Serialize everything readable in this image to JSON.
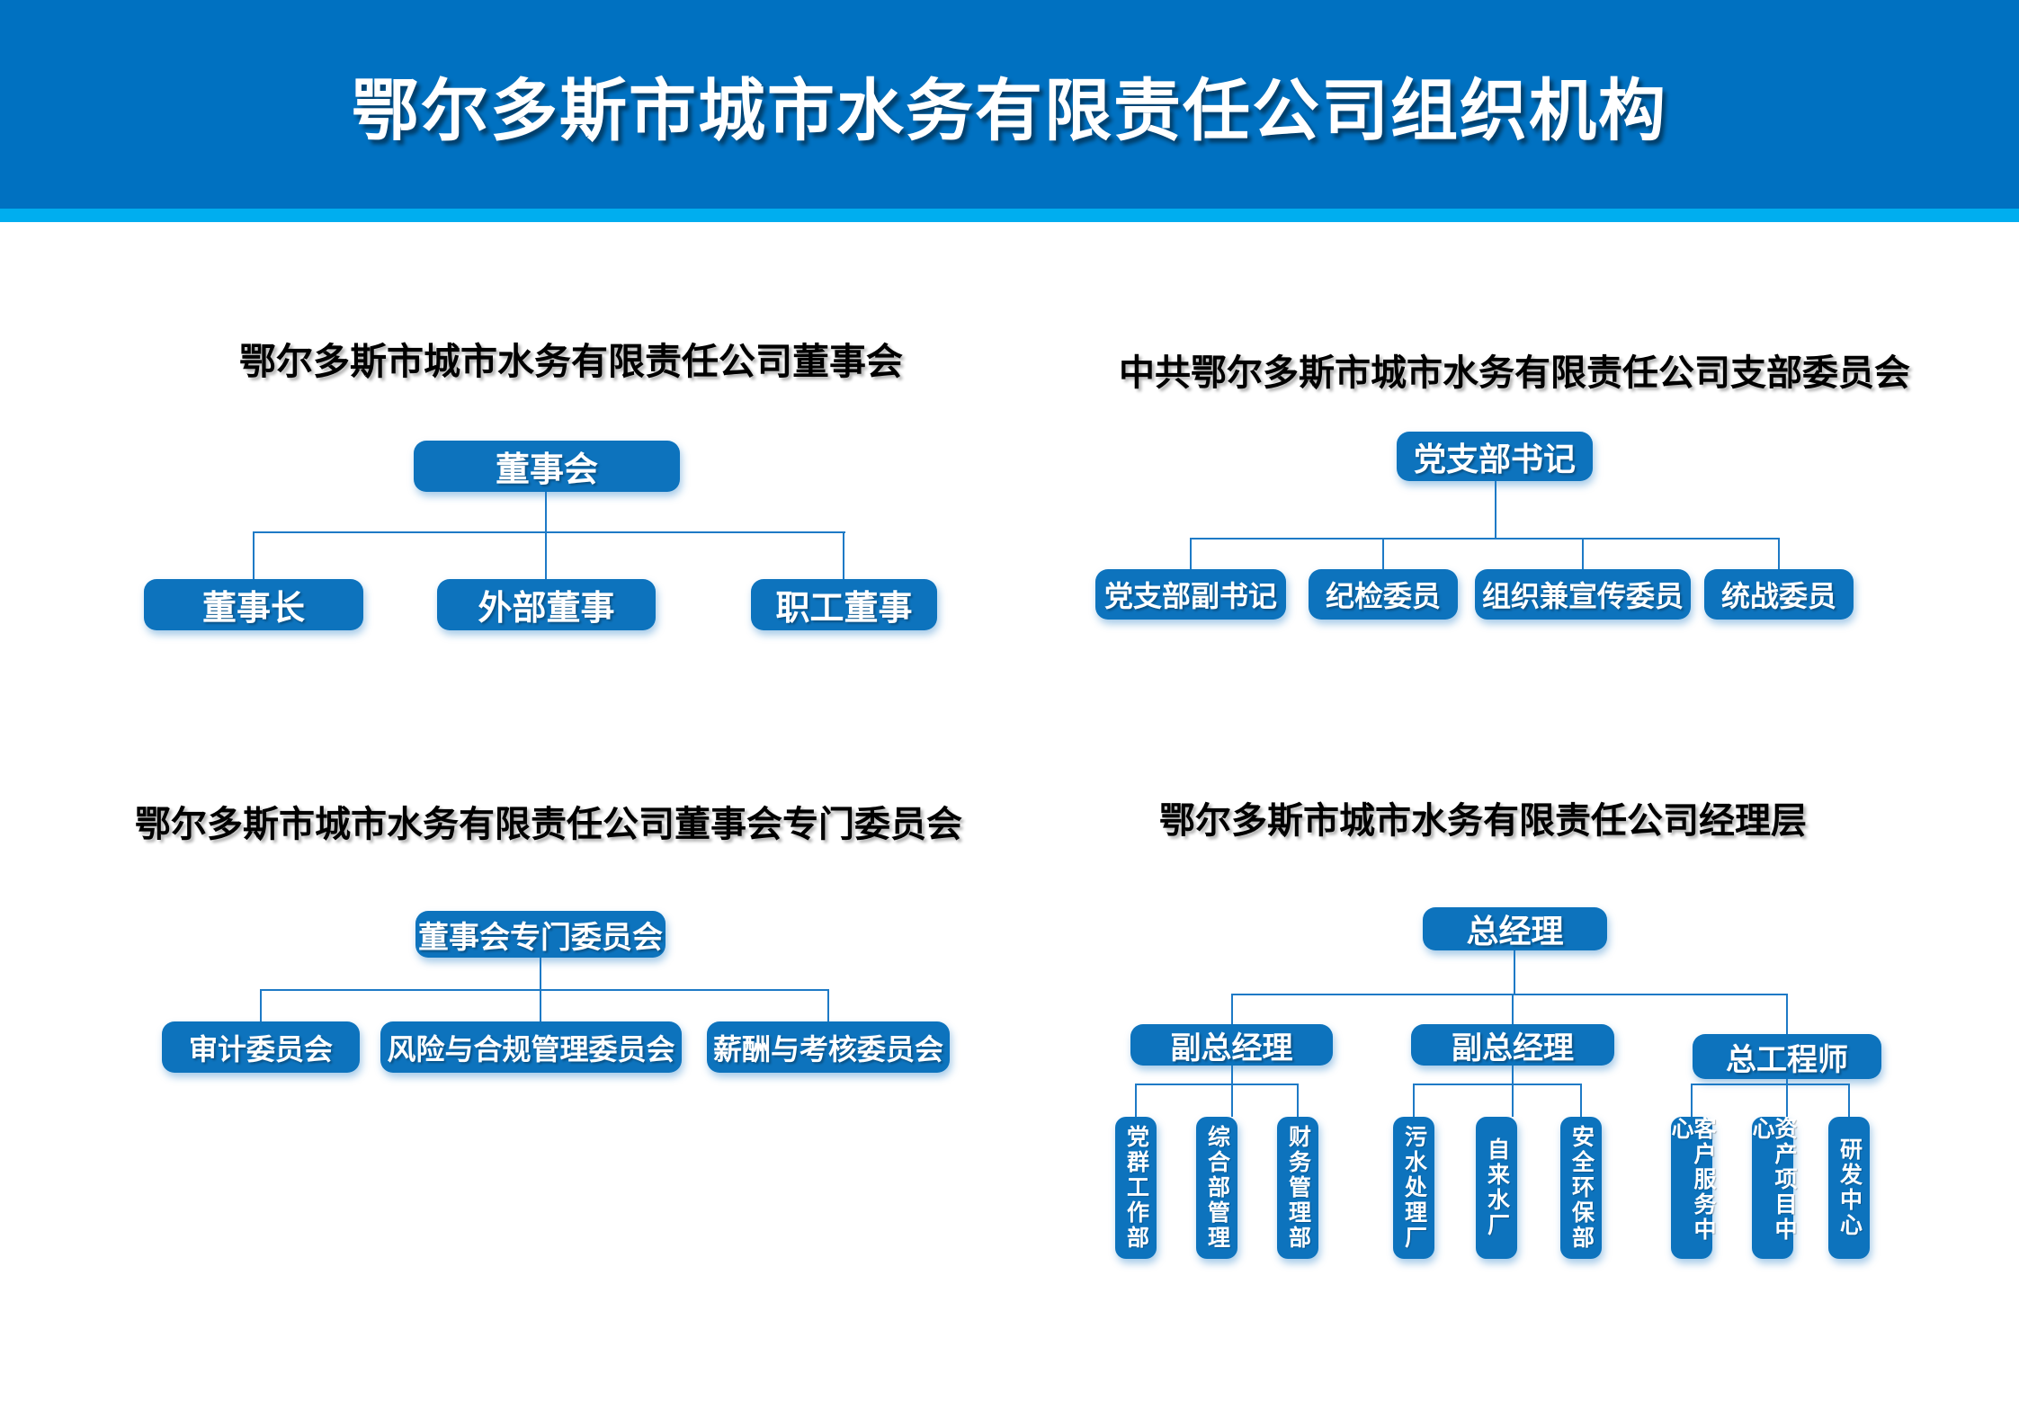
{
  "banner": {
    "title": "鄂尔多斯市城市水务有限责任公司组织机构"
  },
  "colors": {
    "banner_blue": "#0071c1",
    "accent_strip": "#00aeef",
    "node_blue": "#0d73bd",
    "connector_blue": "#1e7ac6",
    "node_text": "#ffffff",
    "title_text": "#000000"
  },
  "charts": [
    {
      "id": "board-of-directors",
      "title": "鄂尔多斯市城市水务有限责任公司董事会",
      "root": "董事会",
      "children": [
        "董事长",
        "外部董事",
        "职工董事"
      ]
    },
    {
      "id": "party-branch-committee",
      "title": "中共鄂尔多斯市城市水务有限责任公司支部委员会",
      "root": "党支部书记",
      "children": [
        "党支部副书记",
        "纪检委员",
        "组织兼宣传委员",
        "统战委员"
      ]
    },
    {
      "id": "board-special-committees",
      "title": "鄂尔多斯市城市水务有限责任公司董事会专门委员会",
      "root": "董事会专门委员会",
      "children": [
        "审计委员会",
        "风险与合规管理委员会",
        "薪酬与考核委员会"
      ]
    },
    {
      "id": "management-level",
      "title": "鄂尔多斯市城市水务有限责任公司经理层",
      "root": "总经理",
      "children": [
        {
          "label": "副总经理",
          "departments": [
            "党群工作部",
            "综合部管理",
            "财务管理部"
          ]
        },
        {
          "label": "副总经理",
          "departments": [
            "污水处理厂",
            "自来水厂",
            "安全环保部"
          ]
        },
        {
          "label": "总工程师",
          "departments": [
            "客户服务中心",
            "资产项目中心",
            "研发中心"
          ]
        }
      ]
    }
  ]
}
